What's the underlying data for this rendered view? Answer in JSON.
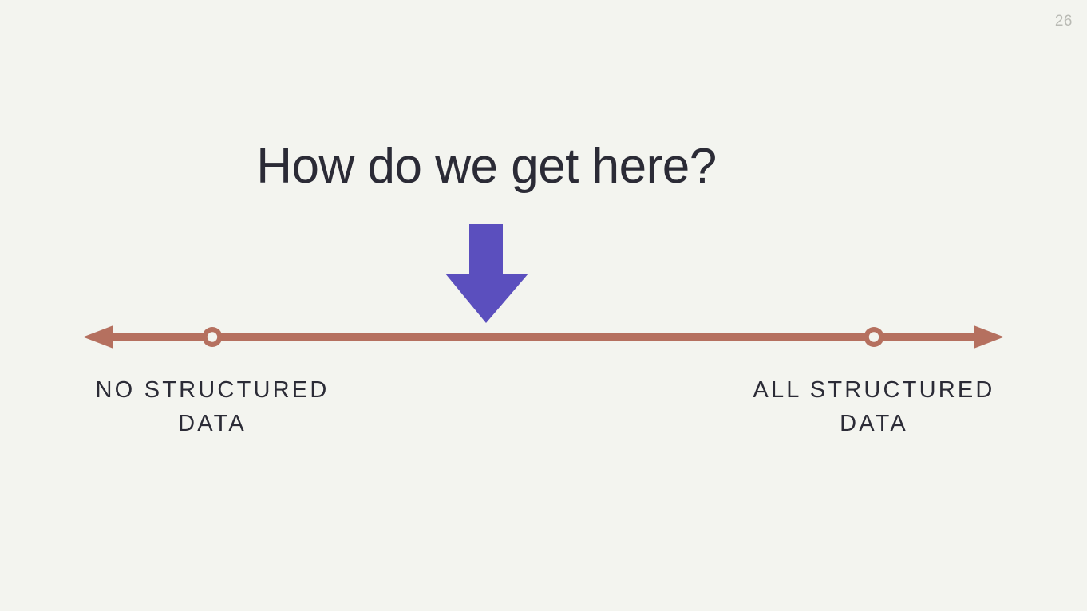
{
  "slide": {
    "page_number": "26",
    "background_color": "#f3f4ef",
    "title": "How do we get here?",
    "title_color": "#2b2b36"
  },
  "down_arrow": {
    "icon": "arrow-down-icon",
    "color": "#5b4fbe"
  },
  "spectrum": {
    "line_color": "#b5705f",
    "marker_fill": "#f3f4ef",
    "left_arrow_icon": "arrow-left-icon",
    "right_arrow_icon": "arrow-right-icon",
    "left_marker_icon": "circle-marker-icon",
    "right_marker_icon": "circle-marker-icon",
    "left_label": "NO STRUCTURED\nDATA",
    "right_label": "ALL STRUCTURED\nDATA",
    "label_color": "#2b2b36"
  }
}
